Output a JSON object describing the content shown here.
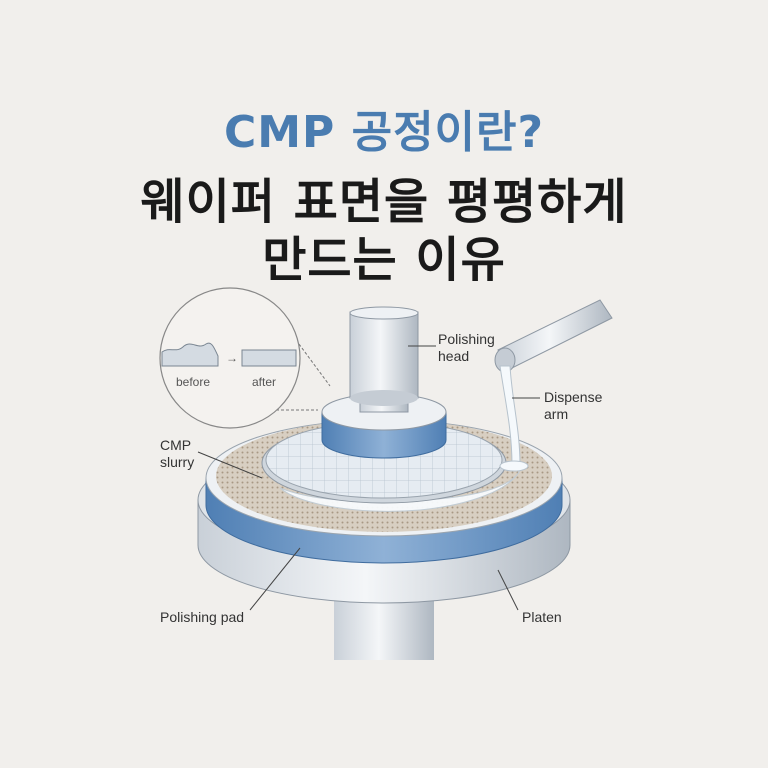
{
  "title": {
    "line1": "CMP 공정이란?",
    "line2": "웨이퍼 표면을 평평하게",
    "line3": "만드는 이유"
  },
  "inset": {
    "before": "before",
    "after": "after"
  },
  "labels": {
    "polishing_head_1": "Polishing",
    "polishing_head_2": "head",
    "dispense_arm_1": "Dispense",
    "dispense_arm_2": "arm",
    "cmp_slurry_1": "CMP",
    "cmp_slurry_2": "slurry",
    "polishing_pad": "Polishing pad",
    "platen": "Platen"
  },
  "colors": {
    "accent_blue": "#4a7cb0",
    "background": "#f1efec"
  }
}
